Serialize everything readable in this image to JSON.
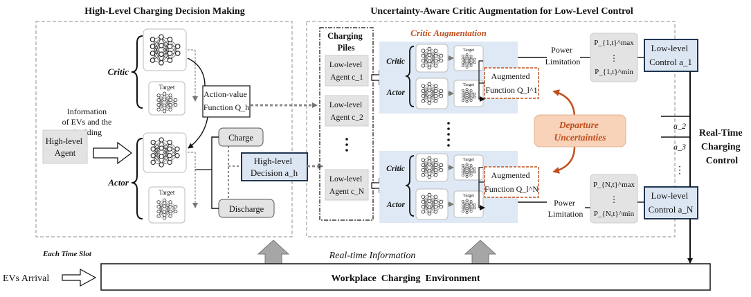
{
  "headings": {
    "left": "High-Level Charging Decision Making",
    "right": "Uncertainty-Aware Critic Augmentation for Low-Level Control",
    "critic_aug": "Critic Augmentation"
  },
  "high_level": {
    "critic": "Critic",
    "actor": "Actor",
    "target1": "Target",
    "target2": "Target",
    "info_lines": [
      "Information",
      "of EVs and the",
      "building"
    ],
    "agent_lines": [
      "High-level",
      "Agent"
    ],
    "action_value_lines": [
      "Action-value",
      "Function Q_h"
    ],
    "charge": "Charge",
    "discharge": "Discharge",
    "decision_lines": [
      "High-level",
      "Decision a_h"
    ]
  },
  "piles": {
    "title_lines": [
      "Charging",
      "Piles"
    ],
    "agents": [
      {
        "line1": "Low-level",
        "line2": "Agent c_1"
      },
      {
        "line1": "Low-level",
        "line2": "Agent c_2"
      },
      {
        "line1": "Low-level",
        "line2": "Agent c_N"
      }
    ]
  },
  "low_level": {
    "critic": "Critic",
    "actor": "Actor",
    "target": "Target",
    "aug1_lines": [
      "Augmented",
      "Function Q_l^1"
    ],
    "augN_lines": [
      "Augmented",
      "Function Q_l^N"
    ],
    "departure_lines": [
      "Departure",
      "Uncertainties"
    ],
    "power_limitation_lines": [
      "Power",
      "Limitation"
    ],
    "p1_max": "P_{1,t}^max",
    "p1_min": "P_{1,t}^min",
    "pN_max": "P_{N,t}^max",
    "pN_min": "P_{N,t}^min",
    "control1_lines": [
      "Low-level",
      "Control a_1"
    ],
    "controlN_lines": [
      "Low-level",
      "Control a_N"
    ],
    "a2": "a_2",
    "a3": "a_3"
  },
  "realtime_control_lines": [
    "Real-Time",
    "Charging",
    "Control"
  ],
  "bottom": {
    "each_time_slot": "Each Time Slot",
    "realtime_info": "Real-time Information",
    "ev_arrival": "EVs Arrival",
    "environment": "Workplace  Charging  Environment"
  },
  "colors": {
    "accent_orange": "#c0501f",
    "panel_blue": "#dfe9f5",
    "box_blue": "#dce6f2",
    "box_blue_border": "#1f3550",
    "departure_fill": "#f8d2b9",
    "gray_box": "#e3e3e3",
    "gray_arrow": "#a6a6a6"
  }
}
